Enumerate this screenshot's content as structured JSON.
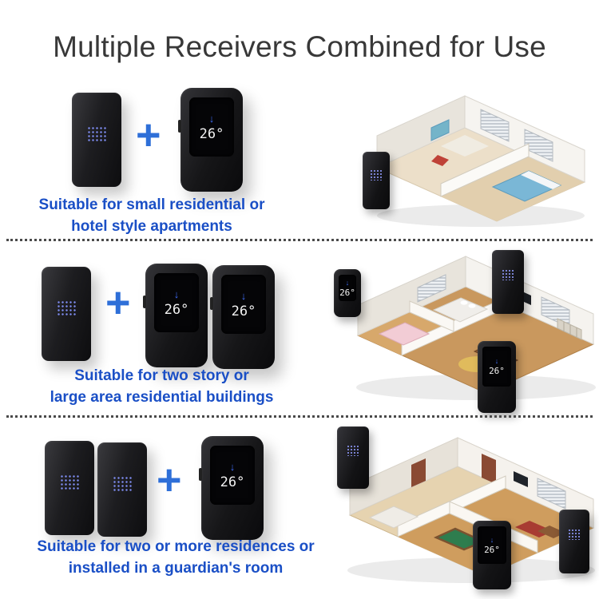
{
  "title": "Multiple Receivers Combined for Use",
  "plus": "+",
  "device": {
    "temp": "26°",
    "indicator": "↓"
  },
  "colors": {
    "caption_blue": "#1a4fc6",
    "plus_blue": "#2e6fd8",
    "indicator_blue": "#3e6cf5"
  },
  "sections": [
    {
      "caption": [
        "Suitable for small residential or",
        "hotel style apartments"
      ]
    },
    {
      "caption": [
        "Suitable for two story or",
        "large area residential buildings"
      ]
    },
    {
      "caption": [
        "Suitable for two or more residences or",
        "installed in a guardian's room"
      ]
    }
  ]
}
